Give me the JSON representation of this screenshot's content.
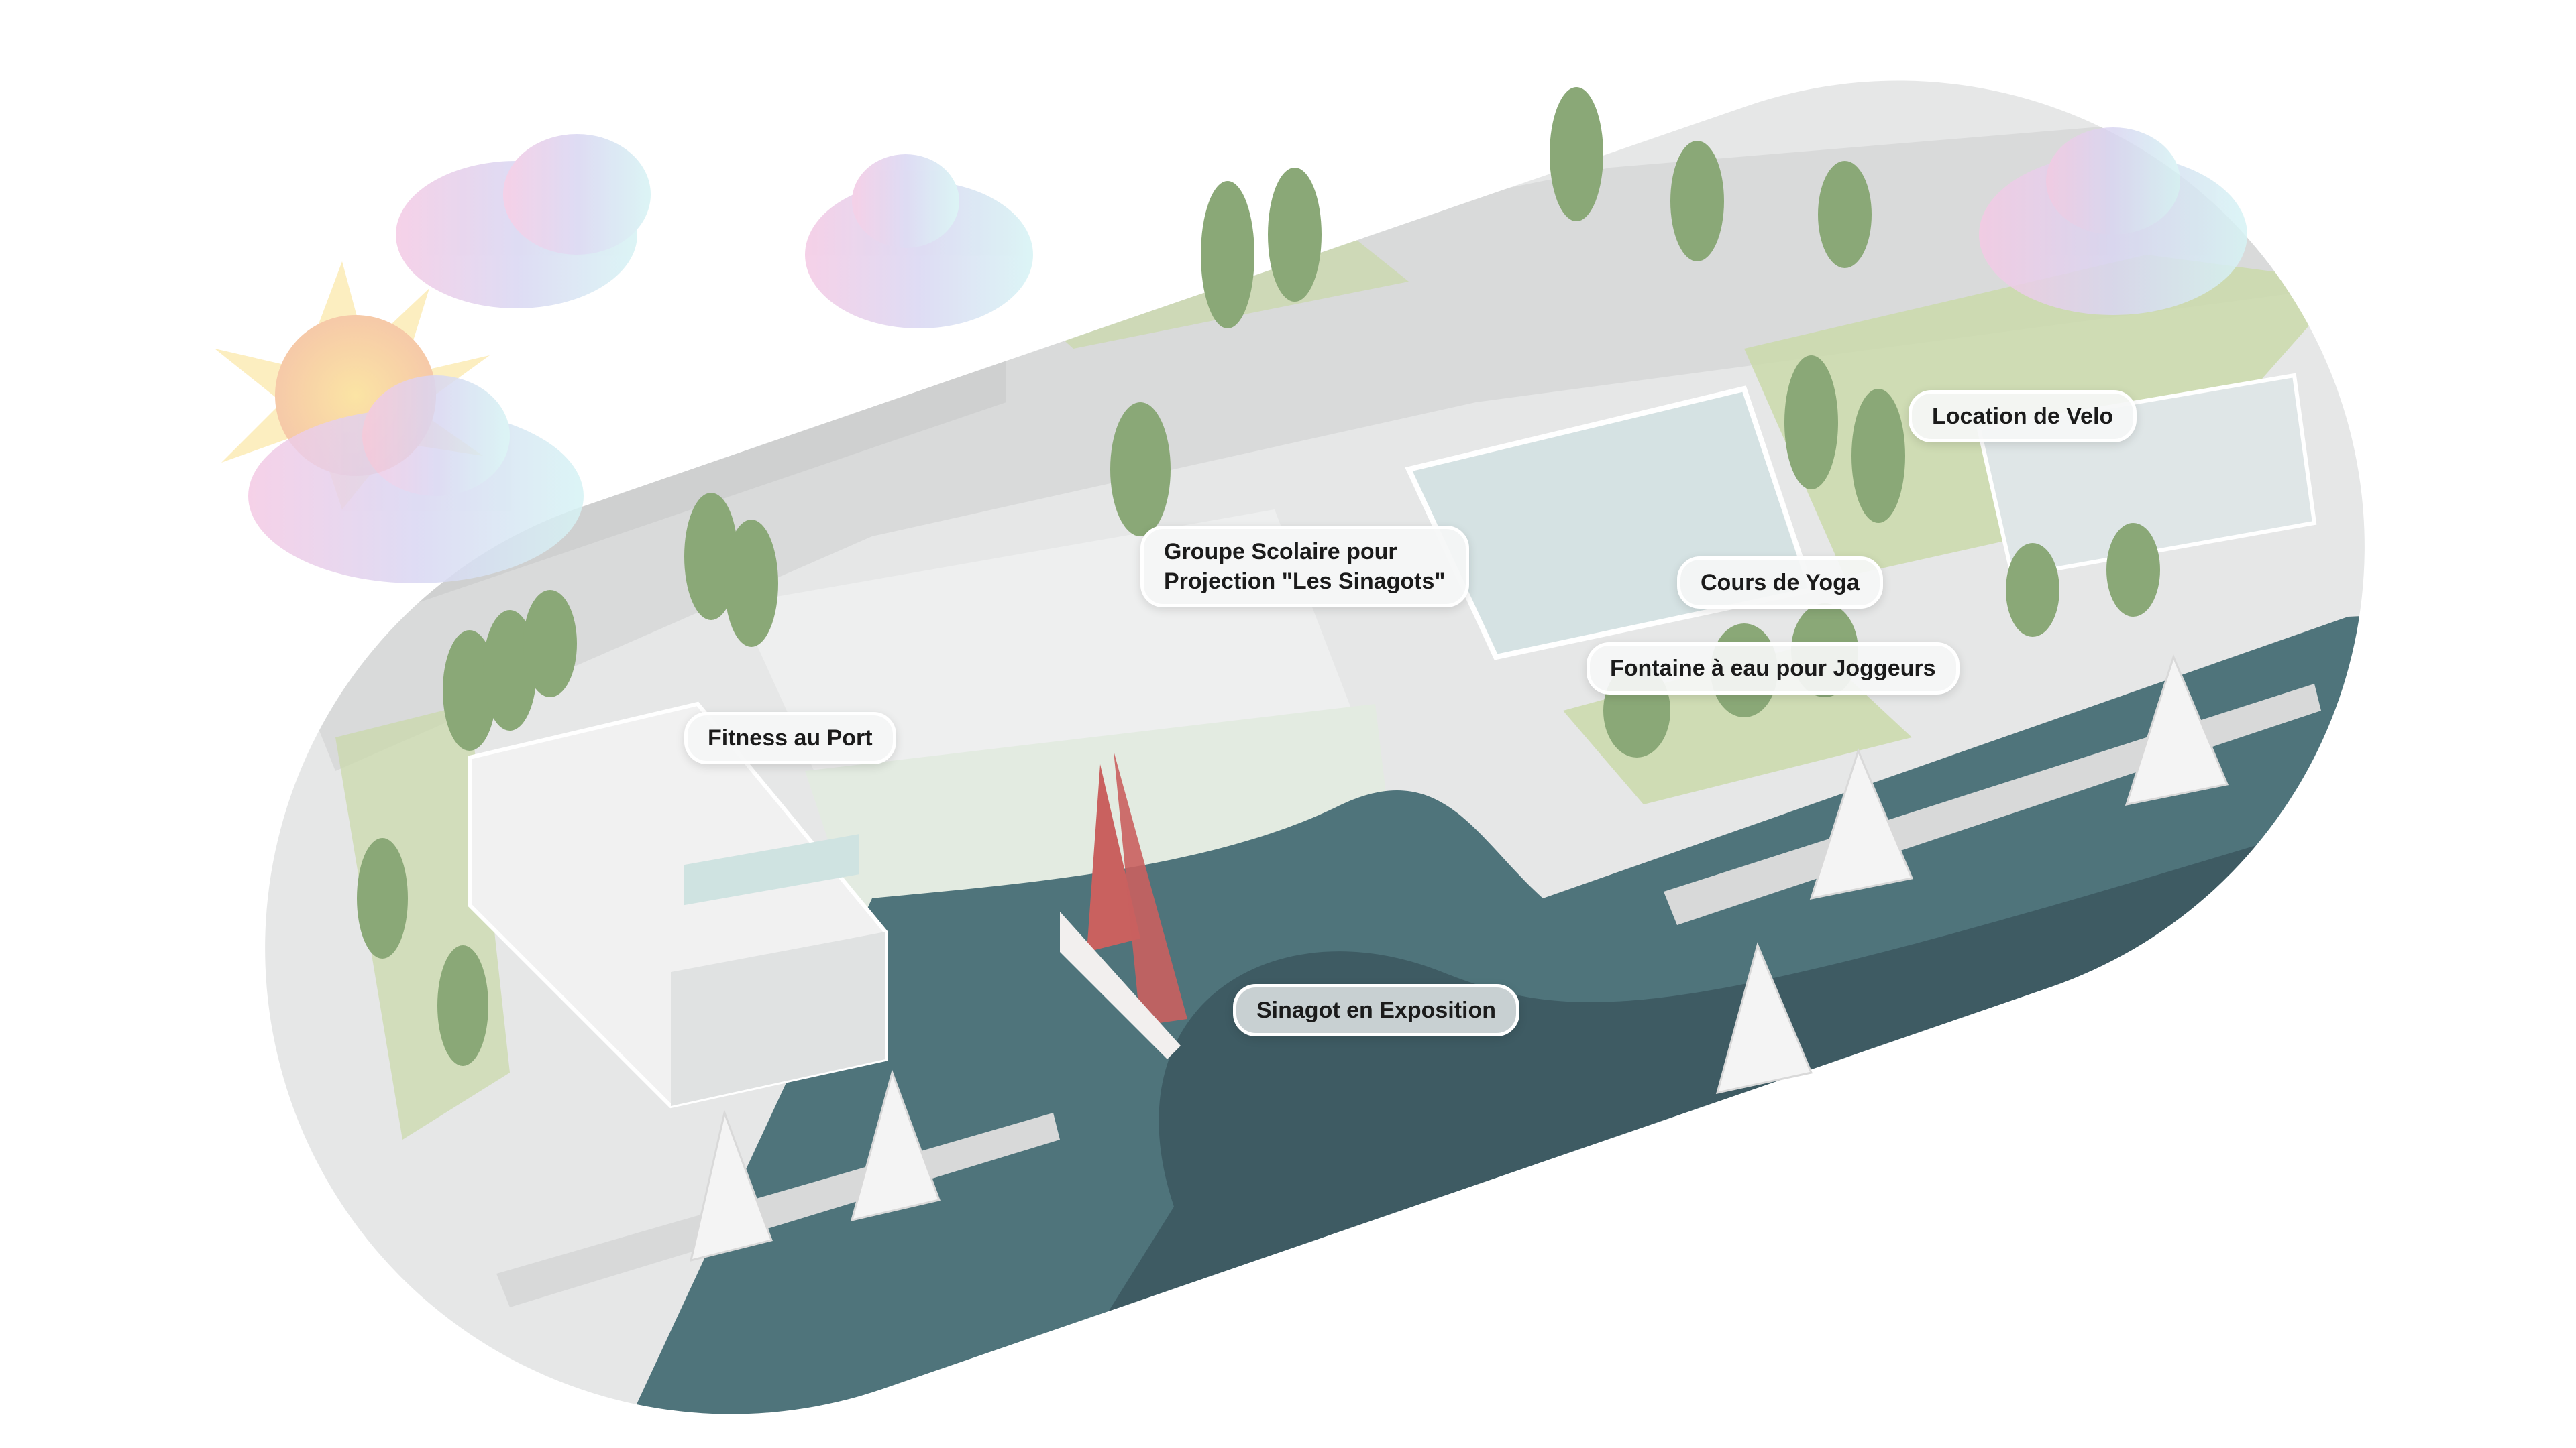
{
  "labels": {
    "fitness": "Fitness au Port",
    "school_line1": "Groupe Scolaire pour",
    "school_line2": "Projection \"Les Sinagots\"",
    "yoga": "Cours de Yoga",
    "fountain": "Fontaine à eau pour Joggeurs",
    "bike": "Location de Velo",
    "sinagot": "Sinagot en Exposition"
  },
  "colors": {
    "land": "#e6e7e7",
    "water": "#4f747b",
    "water_deep": "#3a555e",
    "grass": "#c9d9a8",
    "tree": "#7f9e6a",
    "sail_red": "#c9615f",
    "sun": "#f5d77a"
  }
}
